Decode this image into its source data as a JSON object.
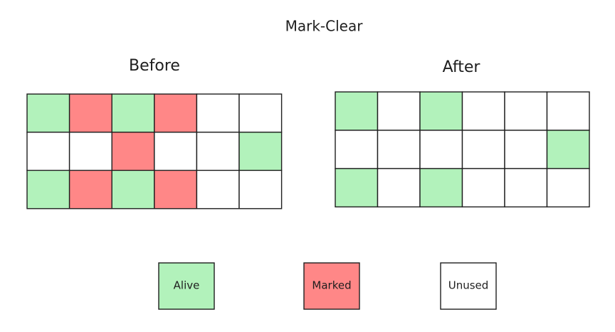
{
  "title": "Mark-Clear",
  "colors": {
    "alive": "#b2f2bb",
    "marked": "#ff8787",
    "unused": "#ffffff",
    "stroke": "#1e1e1e"
  },
  "panels": [
    {
      "label": "Before",
      "rows": [
        [
          "alive",
          "marked",
          "alive",
          "marked",
          "unused",
          "unused"
        ],
        [
          "unused",
          "unused",
          "marked",
          "unused",
          "unused",
          "alive"
        ],
        [
          "alive",
          "marked",
          "alive",
          "marked",
          "unused",
          "unused"
        ]
      ]
    },
    {
      "label": "After",
      "rows": [
        [
          "alive",
          "unused",
          "alive",
          "unused",
          "unused",
          "unused"
        ],
        [
          "unused",
          "unused",
          "unused",
          "unused",
          "unused",
          "alive"
        ],
        [
          "alive",
          "unused",
          "alive",
          "unused",
          "unused",
          "unused"
        ]
      ]
    }
  ],
  "legend": [
    {
      "label": "Alive",
      "state": "alive"
    },
    {
      "label": "Marked",
      "state": "marked"
    },
    {
      "label": "Unused",
      "state": "unused"
    }
  ]
}
